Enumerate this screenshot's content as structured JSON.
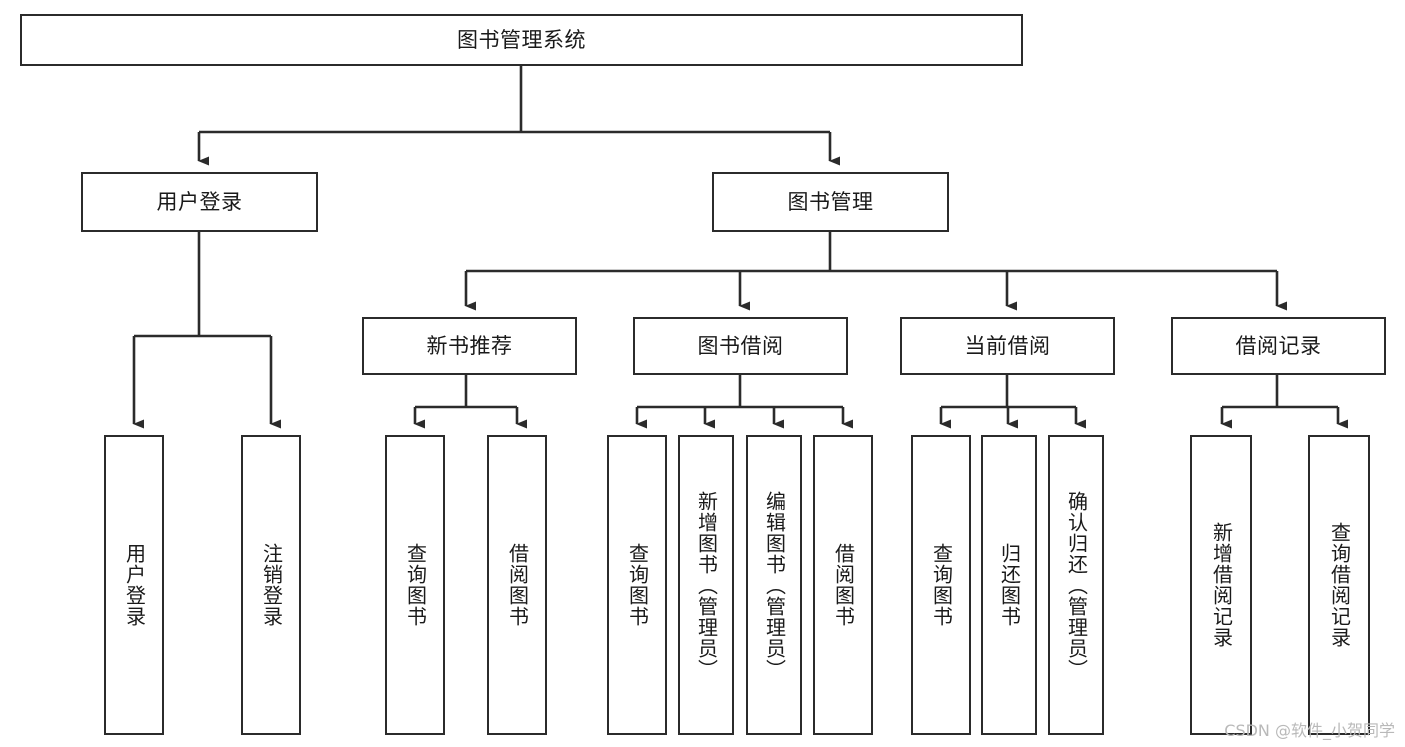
{
  "diagram": {
    "type": "tree-hierarchy-chart",
    "title": "图书管理系统",
    "stroke_color": "#2b2b2b",
    "fill_color": "#ffffff",
    "background_color": "#ffffff",
    "watermark": "CSDN @软件_小贺同学",
    "levels": {
      "level0": [
        {
          "id": "root",
          "label": "图书管理系统"
        }
      ],
      "level1": [
        {
          "id": "user-login",
          "label": "用户登录"
        },
        {
          "id": "book-management",
          "label": "图书管理"
        }
      ],
      "level2": [
        {
          "id": "new-book-recommend",
          "label": "新书推荐"
        },
        {
          "id": "book-borrow",
          "label": "图书借阅"
        },
        {
          "id": "current-borrow",
          "label": "当前借阅"
        },
        {
          "id": "borrow-record",
          "label": "借阅记录"
        }
      ],
      "level3": [
        {
          "id": "leaf-user-login",
          "label": "用户登录",
          "parent": "user-login"
        },
        {
          "id": "leaf-logout",
          "label": "注销登录",
          "parent": "user-login"
        },
        {
          "id": "leaf-query-book-1",
          "label": "查询图书",
          "parent": "new-book-recommend"
        },
        {
          "id": "leaf-borrow-book-1",
          "label": "借阅图书",
          "parent": "new-book-recommend"
        },
        {
          "id": "leaf-query-book-2",
          "label": "查询图书",
          "parent": "book-borrow"
        },
        {
          "id": "leaf-add-book",
          "label": "新增图书（管理员）",
          "parent": "book-borrow"
        },
        {
          "id": "leaf-edit-book",
          "label": "编辑图书（管理员）",
          "parent": "book-borrow"
        },
        {
          "id": "leaf-borrow-book-2",
          "label": "借阅图书",
          "parent": "book-borrow"
        },
        {
          "id": "leaf-query-book-3",
          "label": "查询图书",
          "parent": "current-borrow"
        },
        {
          "id": "leaf-return-book",
          "label": "归还图书",
          "parent": "current-borrow"
        },
        {
          "id": "leaf-confirm-return",
          "label": "确认归还（管理员）",
          "parent": "current-borrow"
        },
        {
          "id": "leaf-add-record",
          "label": "新增借阅记录",
          "parent": "borrow-record"
        },
        {
          "id": "leaf-query-record",
          "label": "查询借阅记录",
          "parent": "borrow-record"
        }
      ]
    }
  }
}
